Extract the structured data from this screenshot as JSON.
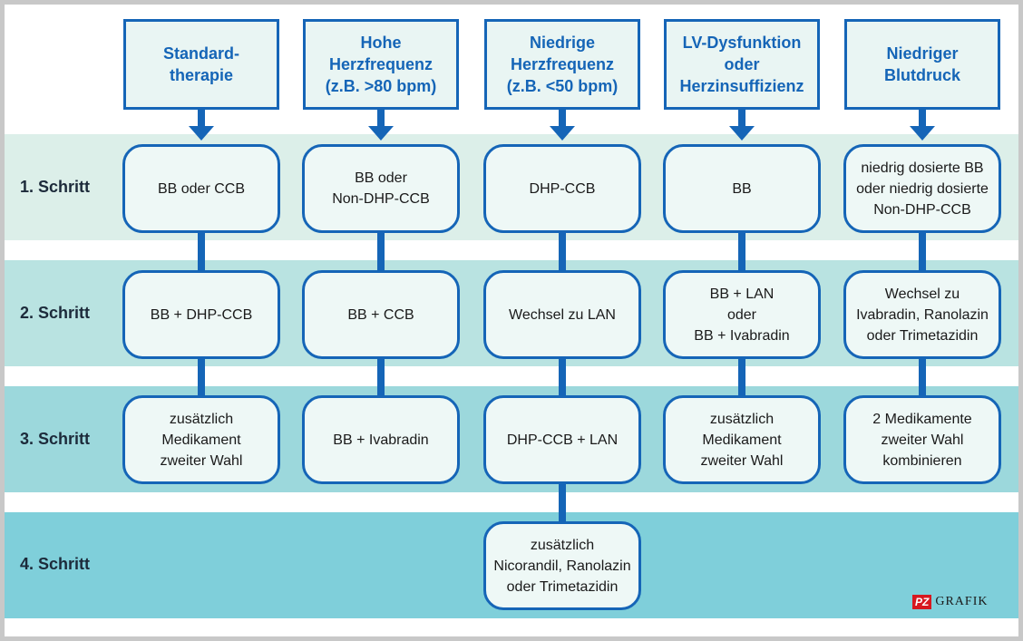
{
  "headers": [
    "Standard-\ntherapie",
    "Hohe\nHerzfrequenz\n(z.B. >80 bpm)",
    "Niedrige\nHerzfrequenz\n(z.B. <50 bpm)",
    "LV-Dysfunktion\noder\nHerzinsuffizienz",
    "Niedriger\nBlutdruck"
  ],
  "steps": [
    "1. Schritt",
    "2. Schritt",
    "3. Schritt",
    "4. Schritt"
  ],
  "nodes": {
    "col1": [
      "BB oder CCB",
      "BB + DHP-CCB",
      "zusätzlich\nMedikament\nzweiter Wahl"
    ],
    "col2": [
      "BB oder\nNon-DHP-CCB",
      "BB + CCB",
      "BB + Ivabradin"
    ],
    "col3": [
      "DHP-CCB",
      "Wechsel zu LAN",
      "DHP-CCB + LAN",
      "zusätzlich\nNicorandil, Ranolazin\noder Trimetazidin"
    ],
    "col4": [
      "BB",
      "BB + LAN\noder\nBB + Ivabradin",
      "zusätzlich\nMedikament\nzweiter Wahl"
    ],
    "col5": [
      "niedrig dosierte BB\noder niedrig dosierte\nNon-DHP-CCB",
      "Wechsel zu\nIvabradin, Ranolazin\noder Trimetazidin",
      "2 Medikamente\nzweiter Wahl\nkombinieren"
    ]
  },
  "logo": {
    "badge": "PZ",
    "text": "GRAFIK"
  },
  "colors": {
    "accent": "#1565b7",
    "band1": "#dcefe9",
    "band2": "#b9e3e1",
    "band3": "#9cd8dc",
    "band4": "#7fcfda",
    "logo_red": "#d7181f"
  }
}
